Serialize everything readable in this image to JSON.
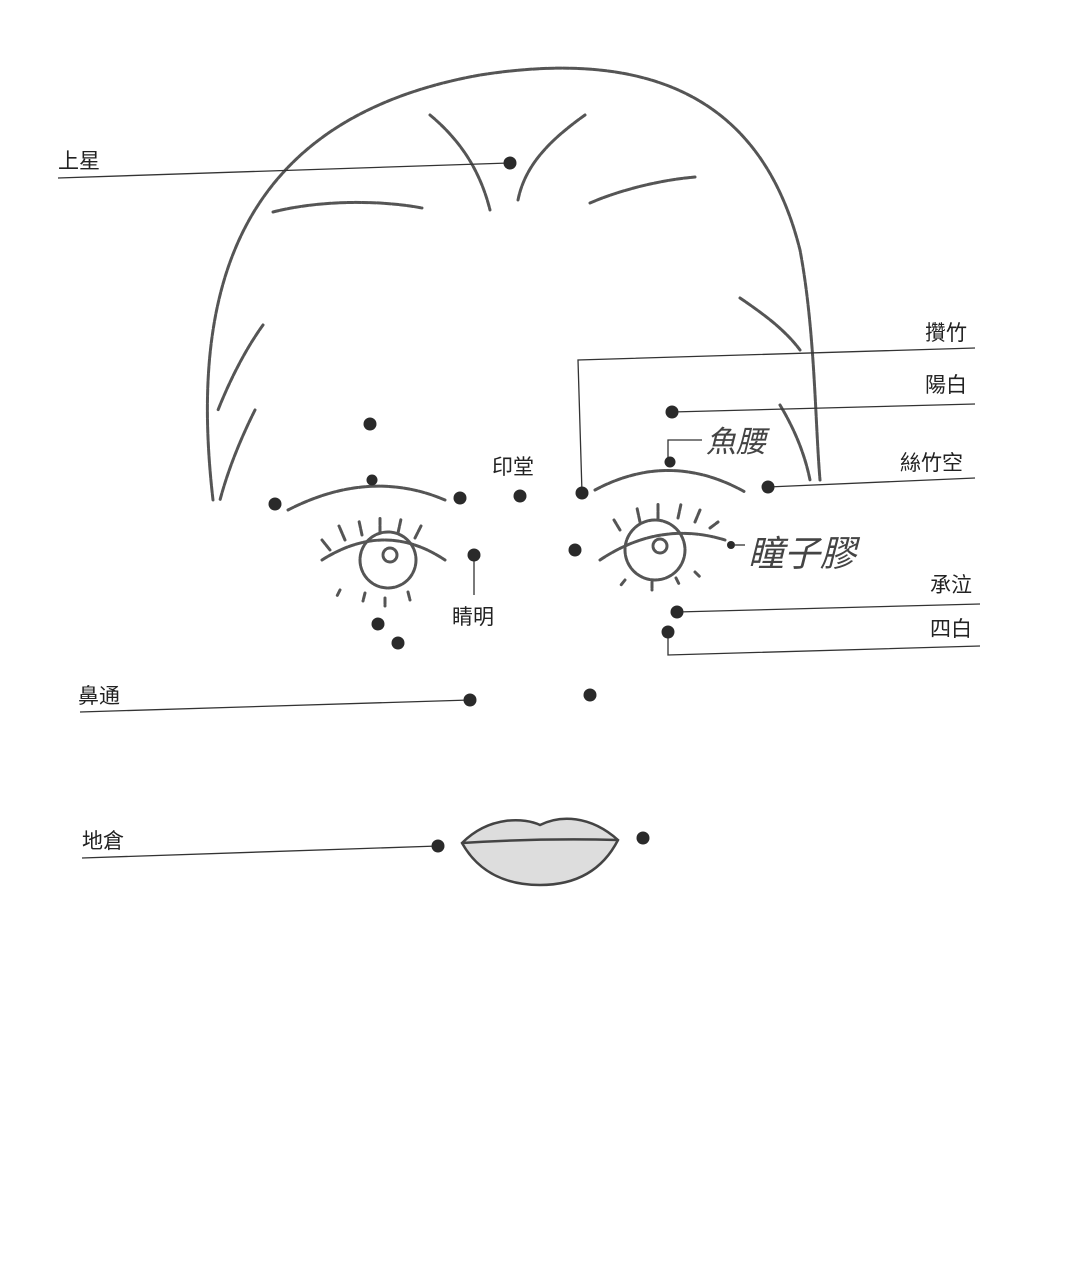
{
  "title": "Facial acupuncture points",
  "labels": {
    "shangxing": "上星",
    "cuanzhu": "攢竹",
    "yangbai": "陽白",
    "yuyao": "魚腰",
    "sizhukong": "絲竹空",
    "yintang": "印堂",
    "tongziliao": "瞳子膠",
    "jingming": "睛明",
    "chengqi": "承泣",
    "sibai": "四白",
    "bitong": "鼻通",
    "dicang": "地倉"
  },
  "colors": {
    "ink": "#2a2a2a",
    "sketch": "#555555",
    "lip_fill": "#dddddd"
  }
}
